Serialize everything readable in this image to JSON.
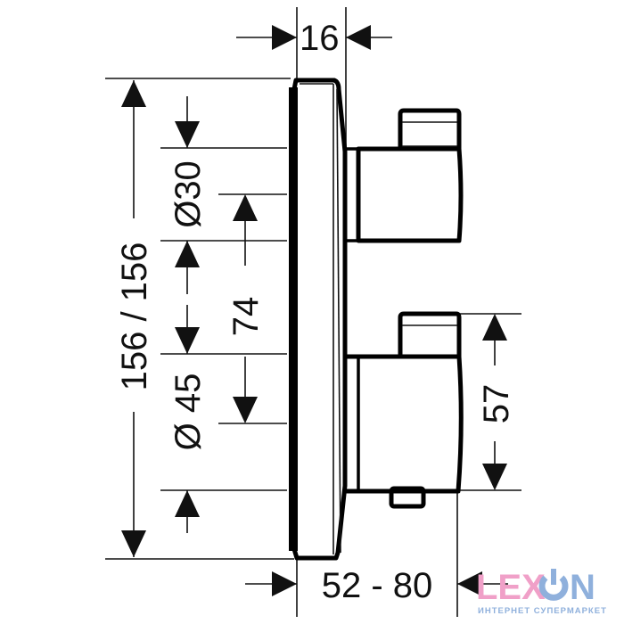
{
  "drawing": {
    "dimensions": {
      "depth_cover": "16",
      "height": "156 / 156",
      "knob_diameter_top": "Ø30",
      "center_distance": "74",
      "knob_diameter_bottom": "Ø 45",
      "knob_height": "57",
      "installation_depth": "52 - 80"
    }
  },
  "logo": {
    "text_a": "LEX",
    "text_b": "N",
    "tagline": "ИНТЕРНЕТ СУПЕРМАРКЕТ",
    "color_pink": "#f0a0c8",
    "color_blue": "#8fb0dc"
  }
}
